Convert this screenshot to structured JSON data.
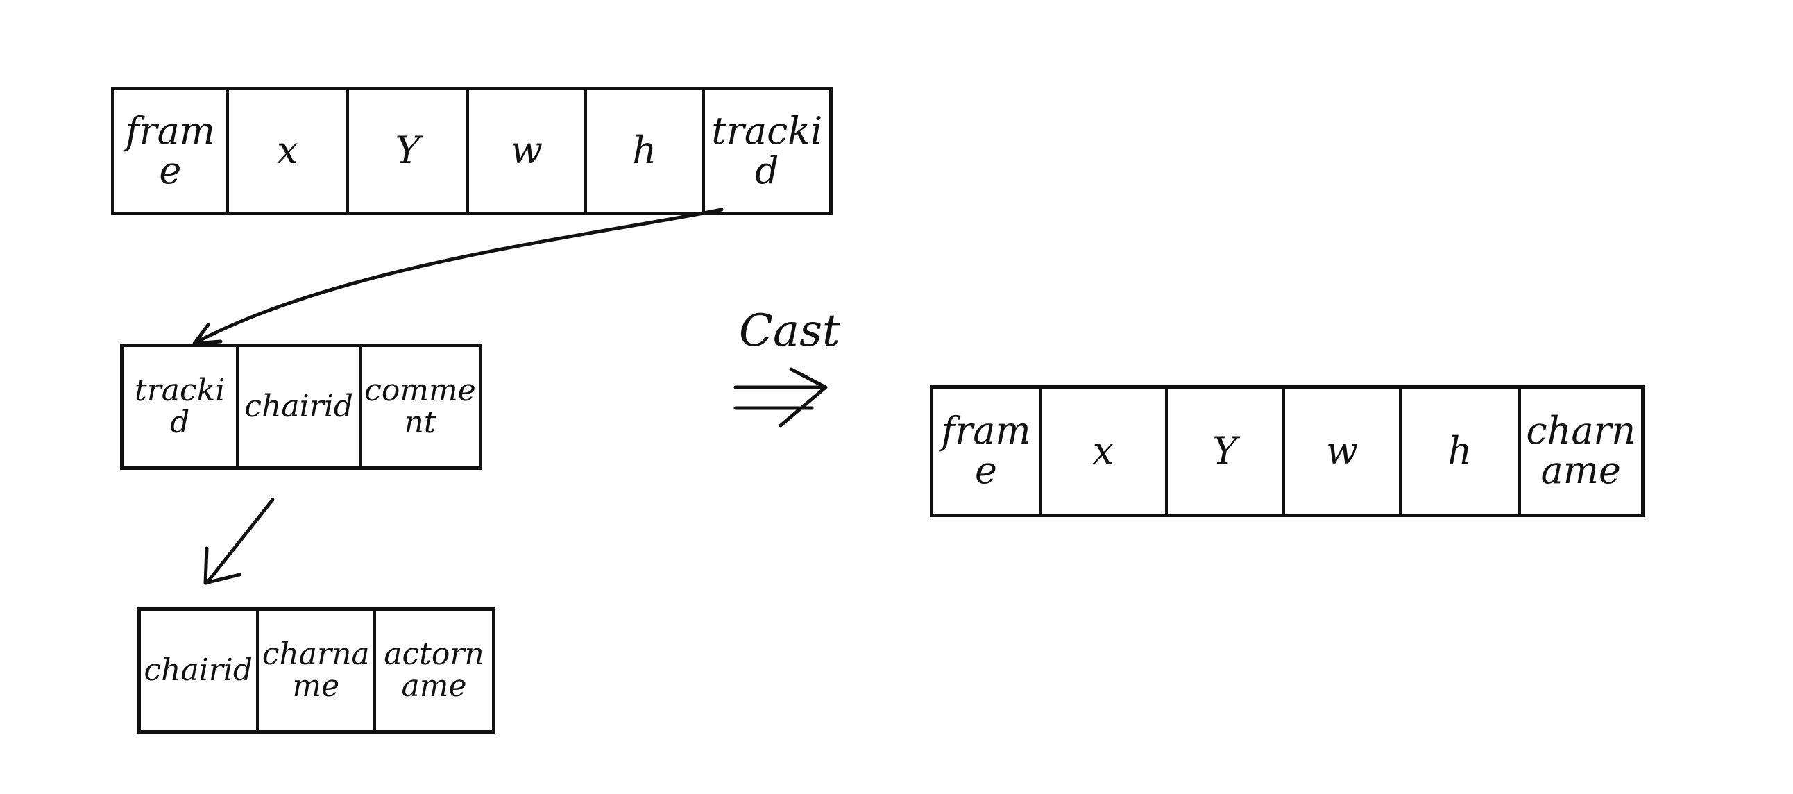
{
  "tables": {
    "main": {
      "cells": [
        "frame",
        "x",
        "Y",
        "w",
        "h",
        "trackid"
      ]
    },
    "track": {
      "cells": [
        "trackid",
        "chairid",
        "comment"
      ]
    },
    "chair": {
      "cells": [
        "chairid",
        "charname",
        "actorname"
      ]
    },
    "result": {
      "cells": [
        "frame",
        "x",
        "Y",
        "w",
        "h",
        "charname"
      ]
    }
  },
  "transform": {
    "label": "Cast"
  },
  "colors": {
    "ink": "#111111",
    "background": "#ffffff"
  }
}
